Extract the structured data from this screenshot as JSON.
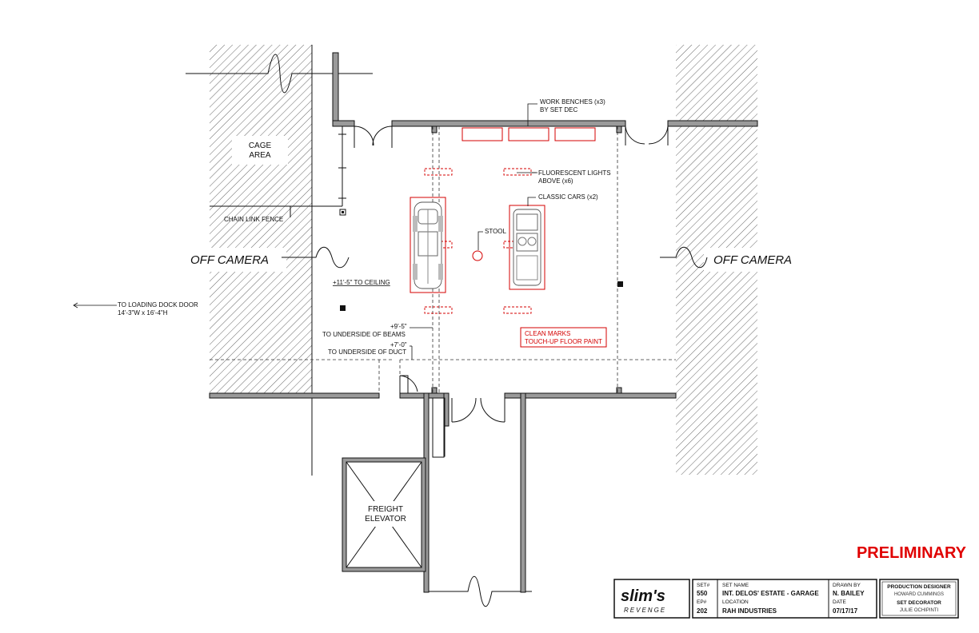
{
  "labels": {
    "cage_area_line1": "CAGE",
    "cage_area_line2": "AREA",
    "chain_link_fence": "CHAIN LINK FENCE",
    "off_camera_left": "OFF CAMERA",
    "off_camera_right": "OFF CAMERA",
    "ceiling": "+11'-5\" TO CEILING",
    "loading_dock_line1": "TO LOADING DOCK DOOR",
    "loading_dock_line2": "14'-3\"W x 16'-4\"H",
    "beams_height": "+9'-5\"",
    "beams_text": "TO UNDERSIDE OF BEAMS",
    "duct_height": "+7'-0\"",
    "duct_text": "TO UNDERSIDE OF DUCT",
    "work_benches_line1": "WORK BENCHES (x3)",
    "work_benches_line2": "BY SET DEC",
    "fluorescent_line1": "FLUORESCENT LIGHTS",
    "fluorescent_line2": "ABOVE (x6)",
    "classic_cars": "CLASSIC CARS (x2)",
    "stool": "STOOL",
    "clean_marks_line1": "CLEAN MARKS",
    "clean_marks_line2": "TOUCH-UP FLOOR PAINT",
    "freight_line1": "FREIGHT",
    "freight_line2": "ELEVATOR",
    "preliminary": "PRELIMINARY"
  },
  "title_block": {
    "logo_main": "slim's",
    "logo_sub": "REVENGE",
    "set_label": "SET#",
    "set_value": "550",
    "ep_label": "EP#",
    "ep_value": "202",
    "set_name_label": "SET NAME",
    "set_name_value": "INT. DELOS' ESTATE - GARAGE",
    "location_label": "LOCATION",
    "location_value": "RAH INDUSTRIES",
    "drawn_by_label": "DRAWN BY",
    "drawn_by_value": "N. BAILEY",
    "date_label": "DATE",
    "date_value": "07/17/17",
    "production_designer_label": "PRODUCTION DESIGNER",
    "production_designer_value": "HOWARD CUMMINGS",
    "set_decorator_label": "SET DECORATOR",
    "set_decorator_value": "JULIE OCHIPINTI"
  },
  "colors": {
    "wall": "#8a8a8a",
    "line": "#111111",
    "annotation_red": "#d40000",
    "preliminary_red": "#e00000"
  }
}
